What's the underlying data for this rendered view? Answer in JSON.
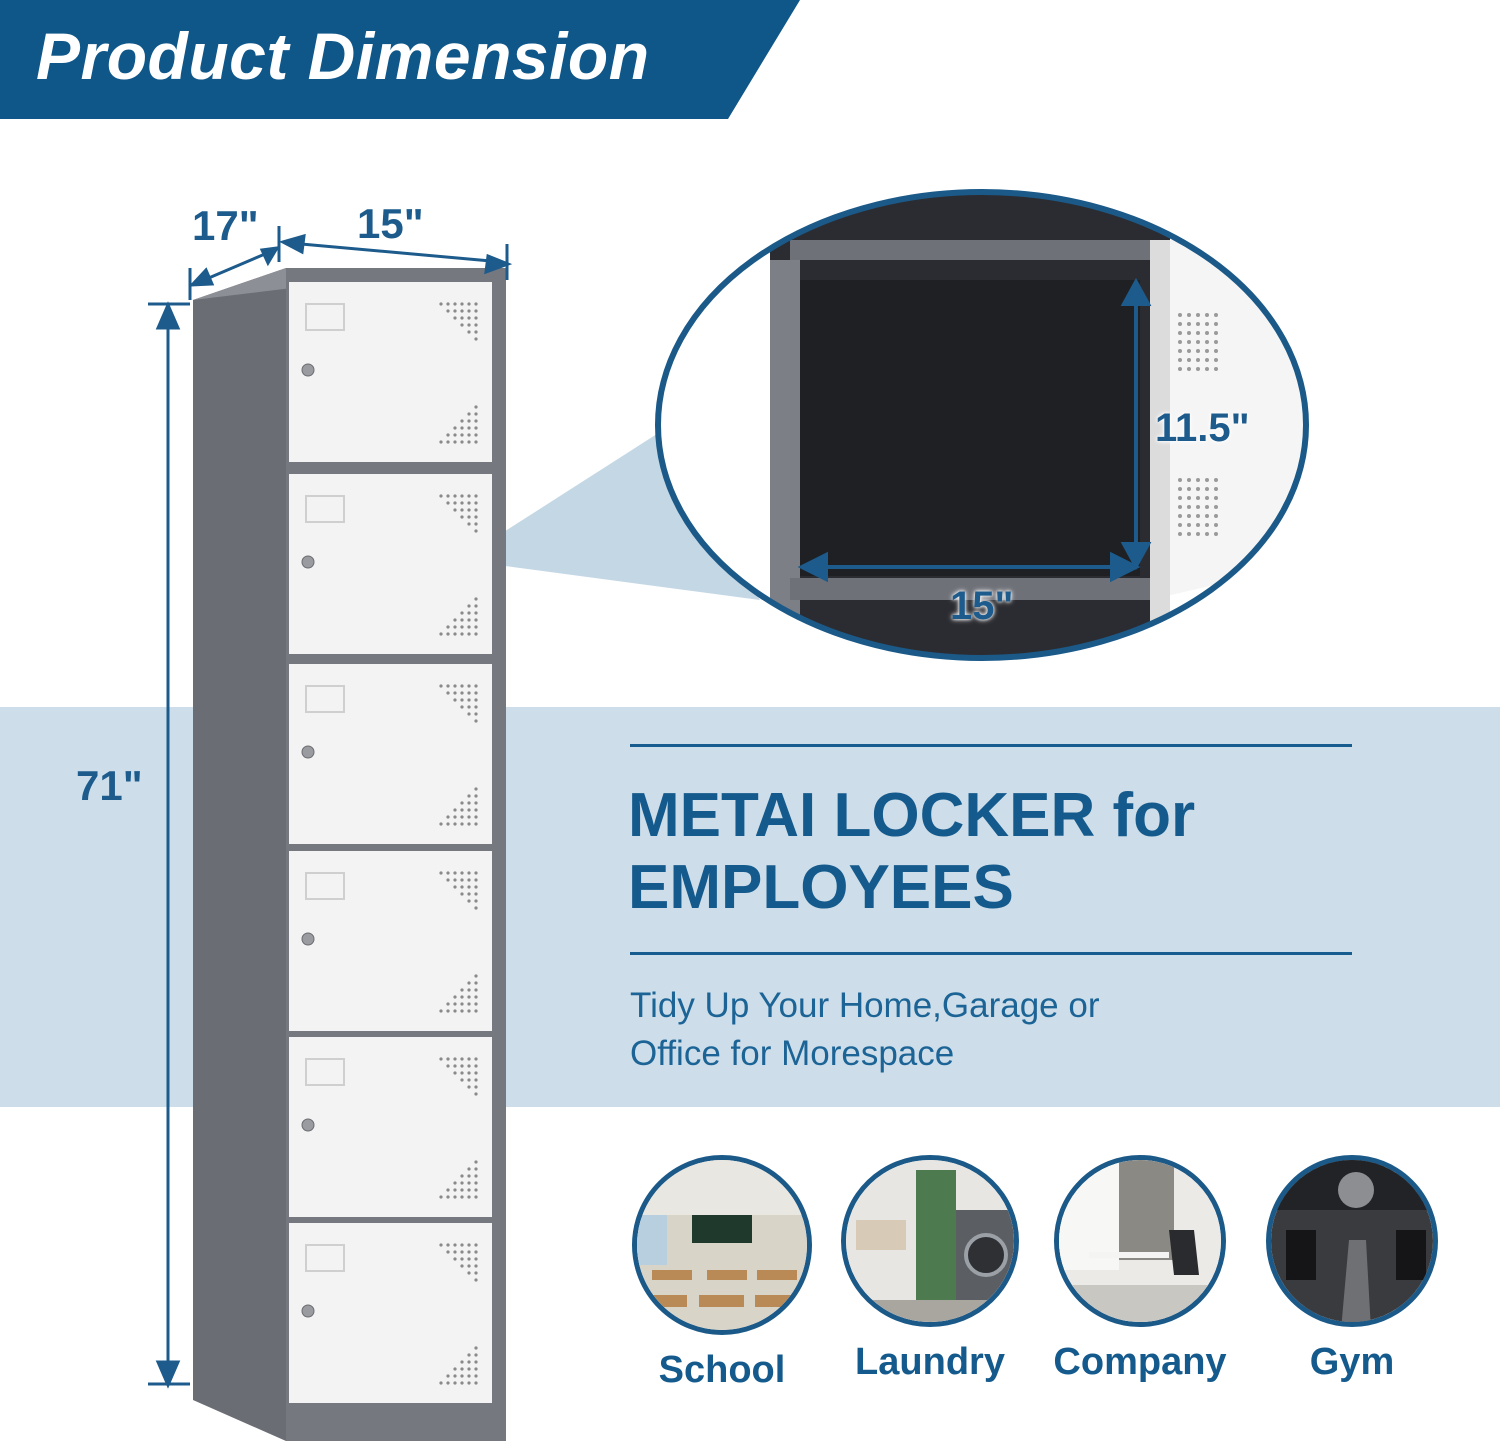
{
  "banner": {
    "title": "Product Dimension",
    "color": "#0f5689"
  },
  "dimensions": {
    "depth": "17\"",
    "width": "15\"",
    "height": "71\"",
    "compartment_height": "11.5\"",
    "compartment_width": "15\""
  },
  "product": {
    "headline_line1": "METAI LOCKER for",
    "headline_line2": "EMPLOYEES",
    "tagline_line1": "Tidy Up Your Home,Garage or",
    "tagline_line2": "Office for Morespace"
  },
  "places": [
    {
      "label": "School",
      "icon": "classroom-photo"
    },
    {
      "label": "Laundry",
      "icon": "laundry-photo"
    },
    {
      "label": "Company",
      "icon": "office-photo"
    },
    {
      "label": "Gym",
      "icon": "gym-photo"
    }
  ],
  "colors": {
    "accent": "#155a8c",
    "band": "#cddeea",
    "locker_frame": "#6f7179",
    "locker_door": "#f2f2f2"
  }
}
